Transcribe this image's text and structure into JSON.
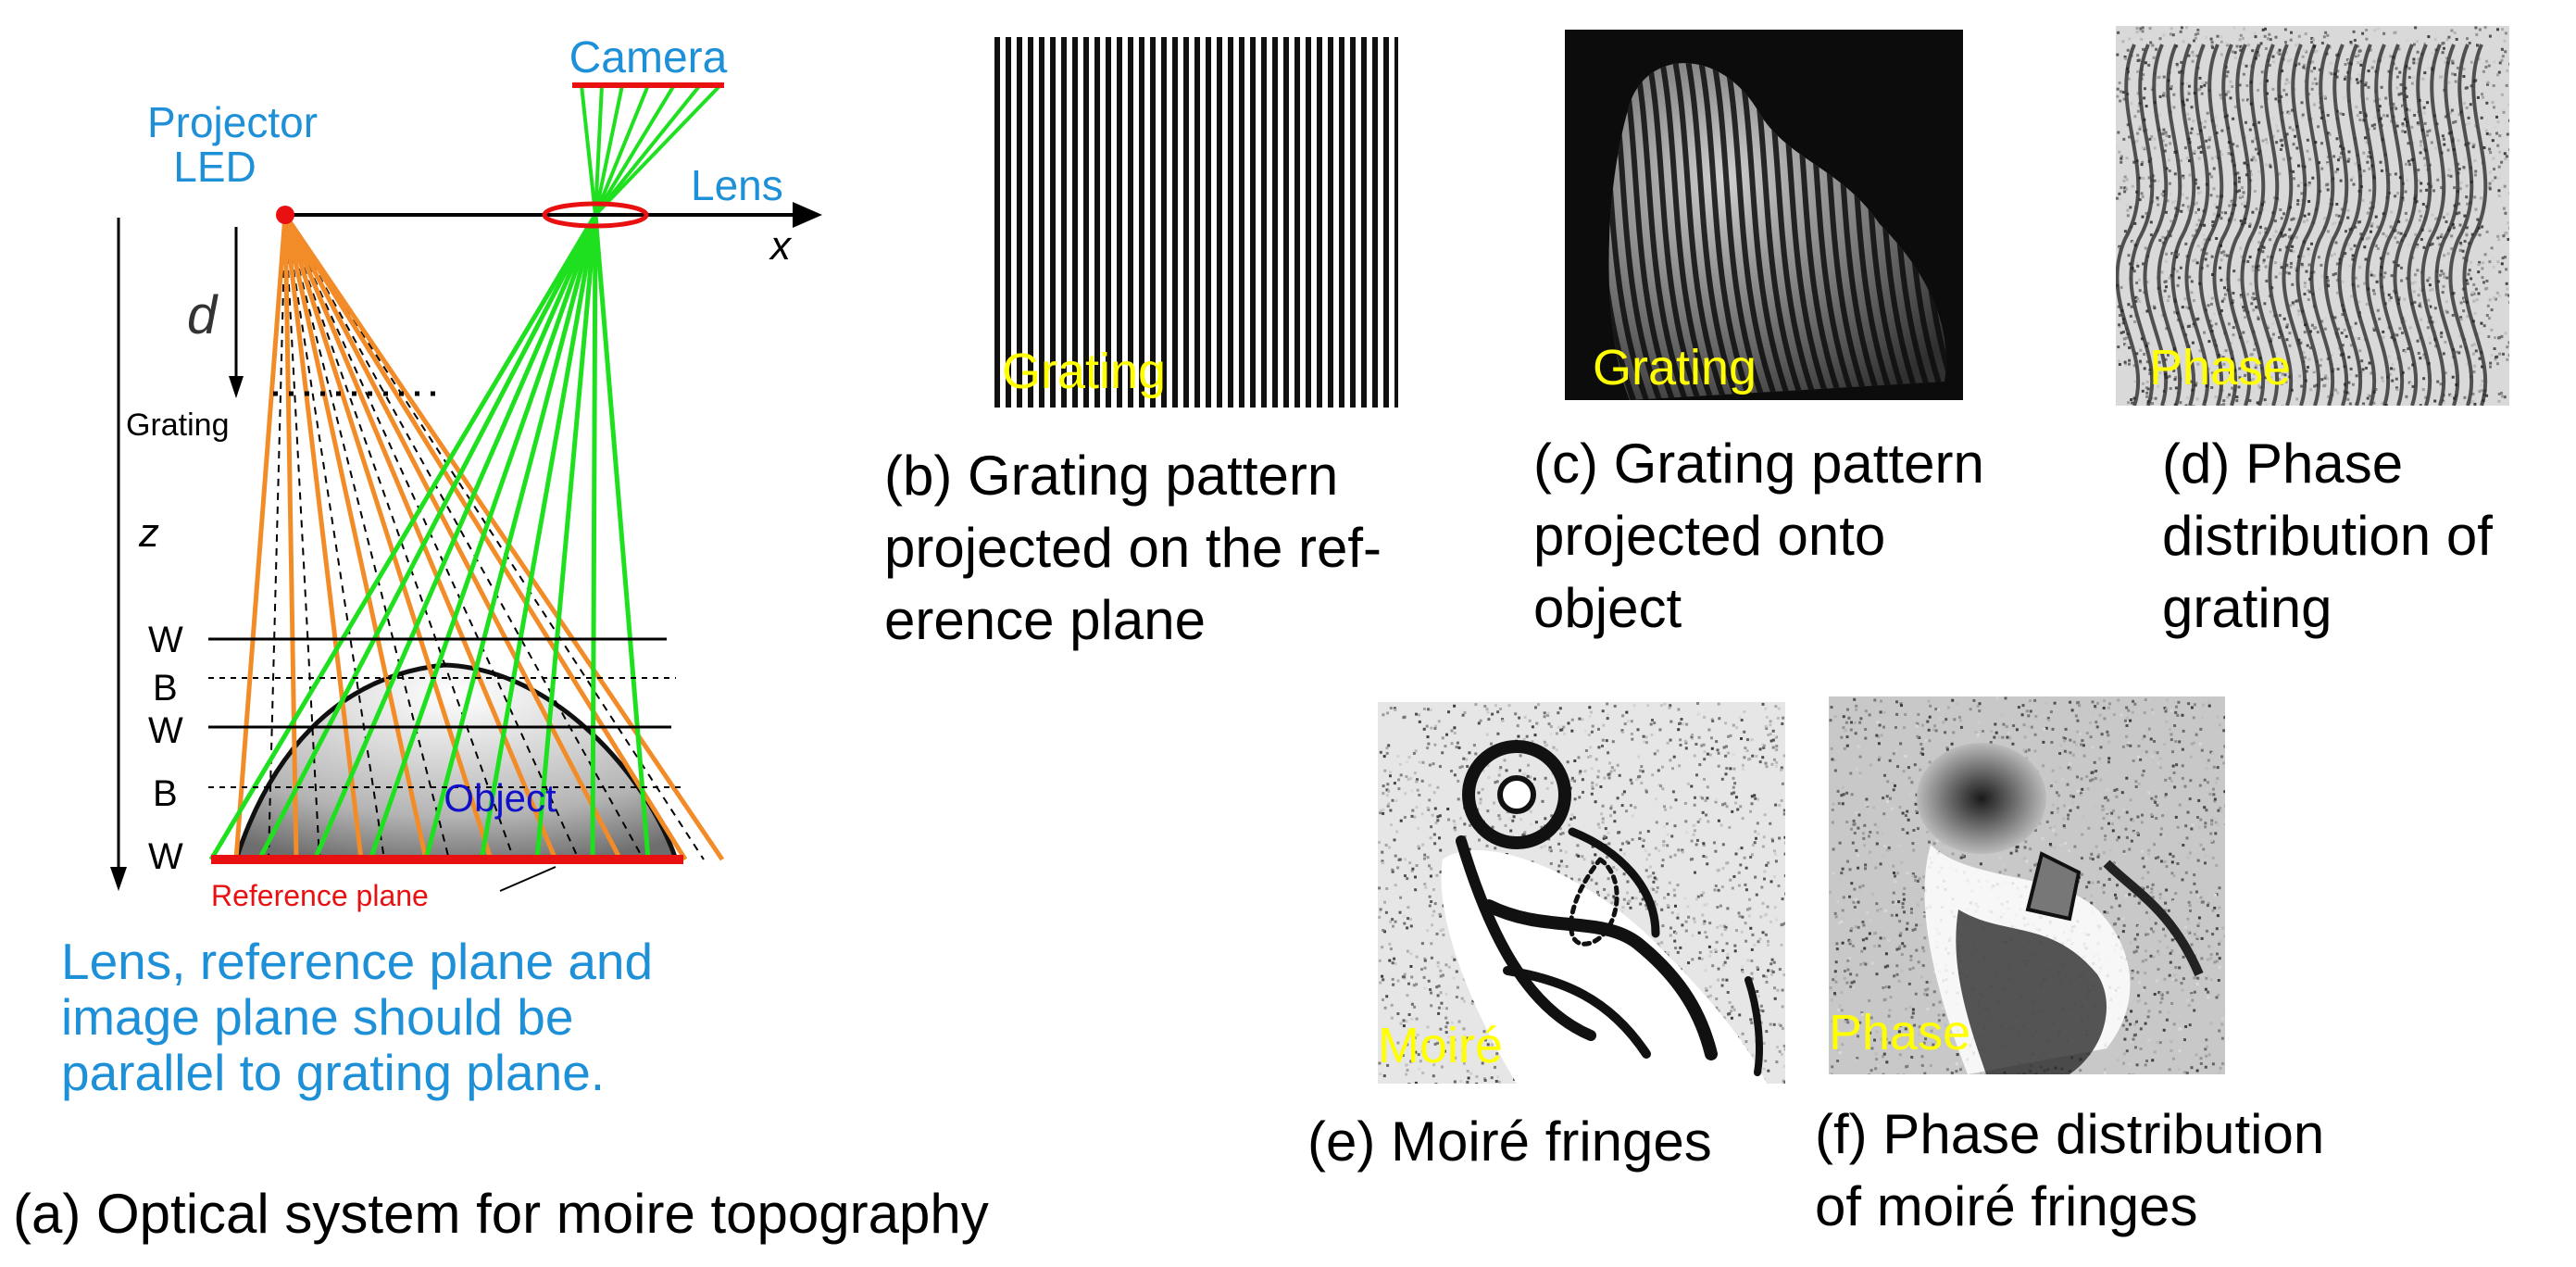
{
  "diagram": {
    "camera_label": "Camera",
    "projector_label": "Projector",
    "led_label": "LED",
    "lens_label": "Lens",
    "x_axis_label": "x",
    "d_label": "d",
    "z_label": "z",
    "grating_label": "Grating",
    "band_labels": [
      "W",
      "B",
      "W",
      "B",
      "W"
    ],
    "object_label": "Object",
    "reference_plane_label": "Reference plane",
    "note": "Lens, reference plane and\nimage plane should be\nparallel to grating plane.",
    "caption": "(a) Optical system for moire topography",
    "colors": {
      "projector_rays": "#f28c28",
      "camera_rays": "#1fe01f",
      "red": "#e81010",
      "blue_text": "#1e90d8",
      "object_text": "#1010c8"
    }
  },
  "panels": {
    "b": {
      "label": "Grating",
      "caption": "(b) Grating pattern\nprojected on the ref-\nerence plane"
    },
    "c": {
      "label": "Grating",
      "caption": "(c) Grating pattern\nprojected onto\nobject"
    },
    "d": {
      "label": "Phase",
      "caption": "(d) Phase\ndistribution of\ngrating"
    },
    "e": {
      "label": "Moiré",
      "caption": "(e) Moiré fringes"
    },
    "f": {
      "label": "Phase",
      "caption": "(f) Phase distribution\nof moiré fringes"
    }
  }
}
